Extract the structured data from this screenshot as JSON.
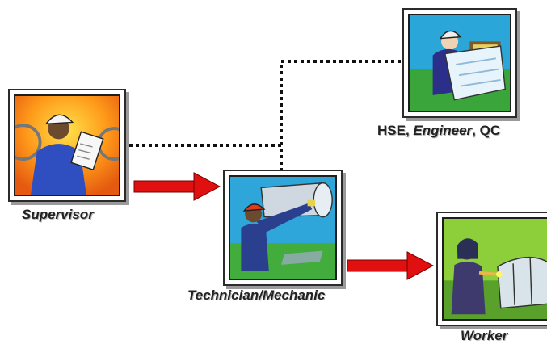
{
  "nodes": {
    "hse": {
      "label_prefix": "HSE, ",
      "label_italic": "Engineer",
      "label_suffix": ", QC",
      "icon": "engineer-reading-plans-icon"
    },
    "supervisor": {
      "label": "Supervisor",
      "icon": "supervisor-clipboard-icon"
    },
    "technician": {
      "label": "Technician/Mechanic",
      "icon": "technician-hard-hat-icon"
    },
    "worker": {
      "label": "Worker",
      "icon": "welder-mask-icon"
    }
  },
  "colors": {
    "arrow": "#e01010",
    "dotted_line": "#111111",
    "frame_border": "#2b2b2b"
  },
  "edges": [
    {
      "from": "supervisor",
      "to": "technician",
      "style": "solid-arrow"
    },
    {
      "from": "technician",
      "to": "worker",
      "style": "solid-arrow"
    },
    {
      "from": "supervisor",
      "to": "hse",
      "style": "dotted"
    },
    {
      "from": "technician",
      "to": "hse",
      "style": "dotted"
    }
  ]
}
